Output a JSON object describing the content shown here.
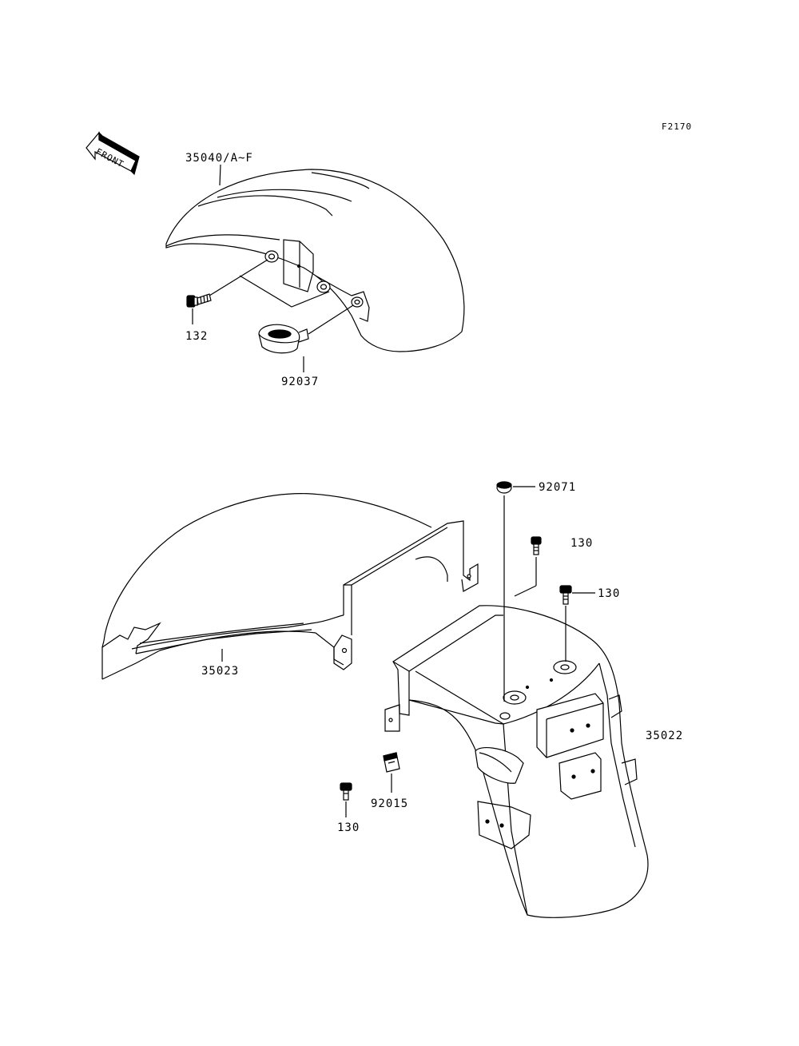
{
  "figure_code": "F2170",
  "front_label": "FRONT",
  "parts": {
    "front_fender": "35040/A~F",
    "bolt_front": "132",
    "damper": "92037",
    "cap": "92071",
    "bolt_top": "130",
    "bolt_right": "130",
    "rear_fender_front": "35023",
    "rear_fender_rear": "35022",
    "clip": "92015",
    "bolt_bottom": "130"
  }
}
